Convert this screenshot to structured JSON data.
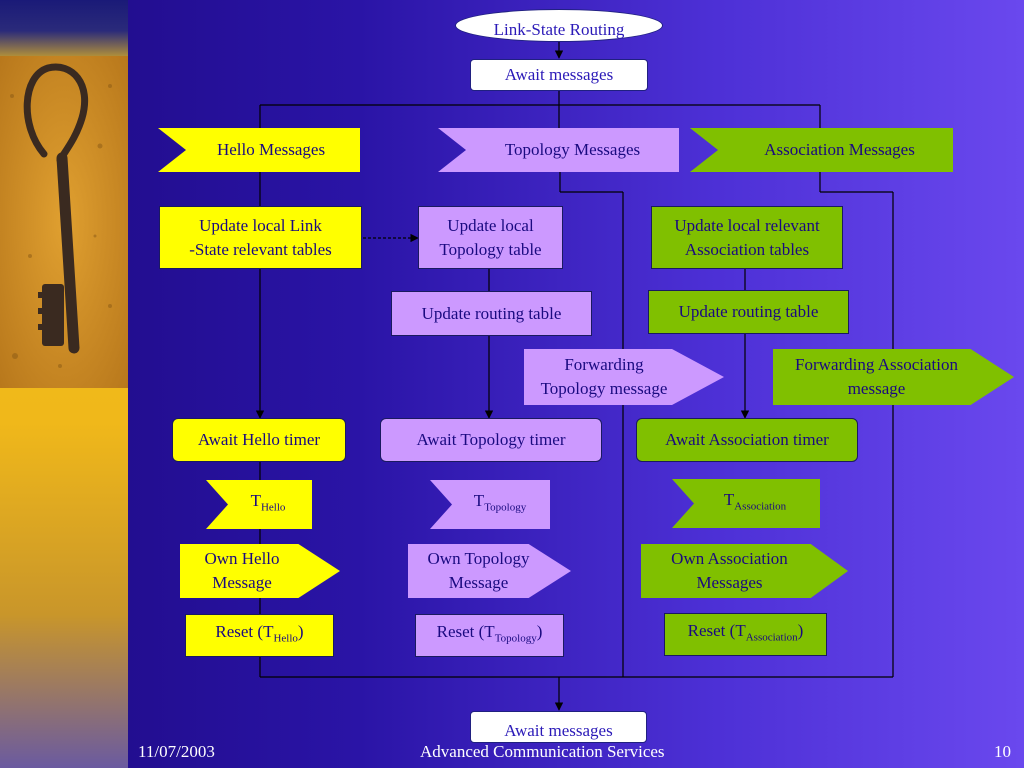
{
  "title": "Link-State Routing",
  "await_top": "Await messages",
  "await_bottom": "Await messages",
  "hello": {
    "header": "Hello Messages",
    "update": [
      "Update local Link",
      "-State relevant tables"
    ],
    "await_timer": "Await Hello timer",
    "timer": {
      "base": "T",
      "sub": "Hello"
    },
    "own": [
      "Own Hello",
      "Message"
    ],
    "reset": {
      "pre": "Reset (T",
      "sub": "Hello",
      "post": ")"
    }
  },
  "topology": {
    "header": "Topology Messages",
    "update": [
      "Update local",
      "Topology table"
    ],
    "routing": "Update routing table",
    "forward": [
      "Forwarding",
      "Topology message"
    ],
    "await_timer": "Await Topology timer",
    "timer": {
      "base": "T",
      "sub": "Topology"
    },
    "own": [
      "Own Topology",
      "Message"
    ],
    "reset": {
      "pre": "Reset (T",
      "sub": "Topology",
      "post": ")"
    }
  },
  "association": {
    "header": "Association Messages",
    "update": [
      "Update local relevant",
      "Association tables"
    ],
    "routing": "Update routing table",
    "forward": [
      "Forwarding Association",
      "message"
    ],
    "await_timer": "Await Association timer",
    "timer": {
      "base": "T",
      "sub": "Association"
    },
    "own": [
      "Own Association",
      "Messages"
    ],
    "reset": {
      "pre": "Reset (T",
      "sub": "Association",
      "post": ")"
    }
  },
  "footer": {
    "date": "11/07/2003",
    "center": "Advanced Communication Services",
    "page": "10"
  },
  "colors": {
    "hello": "#ffff00",
    "topology": "#cc99ff",
    "association": "#80c000",
    "text": "#1a0a80"
  },
  "icons": [
    "key-image"
  ]
}
